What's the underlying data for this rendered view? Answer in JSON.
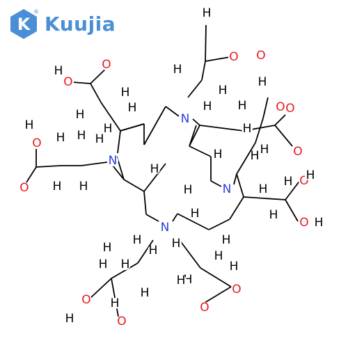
{
  "header": {
    "brand": "Kuujia",
    "logo_icon": "hexagon-k-logo",
    "logo_letter": "K",
    "registered_mark": "®"
  },
  "colors": {
    "brand": "#4a8fd6",
    "oxygen": "#e8181f",
    "nitrogen": "#2a3ddb",
    "carbon": "#000000",
    "hydrogen": "#000000"
  },
  "structure": {
    "atom_symbols": {
      "O": "O",
      "N": "N",
      "H": "H"
    }
  }
}
